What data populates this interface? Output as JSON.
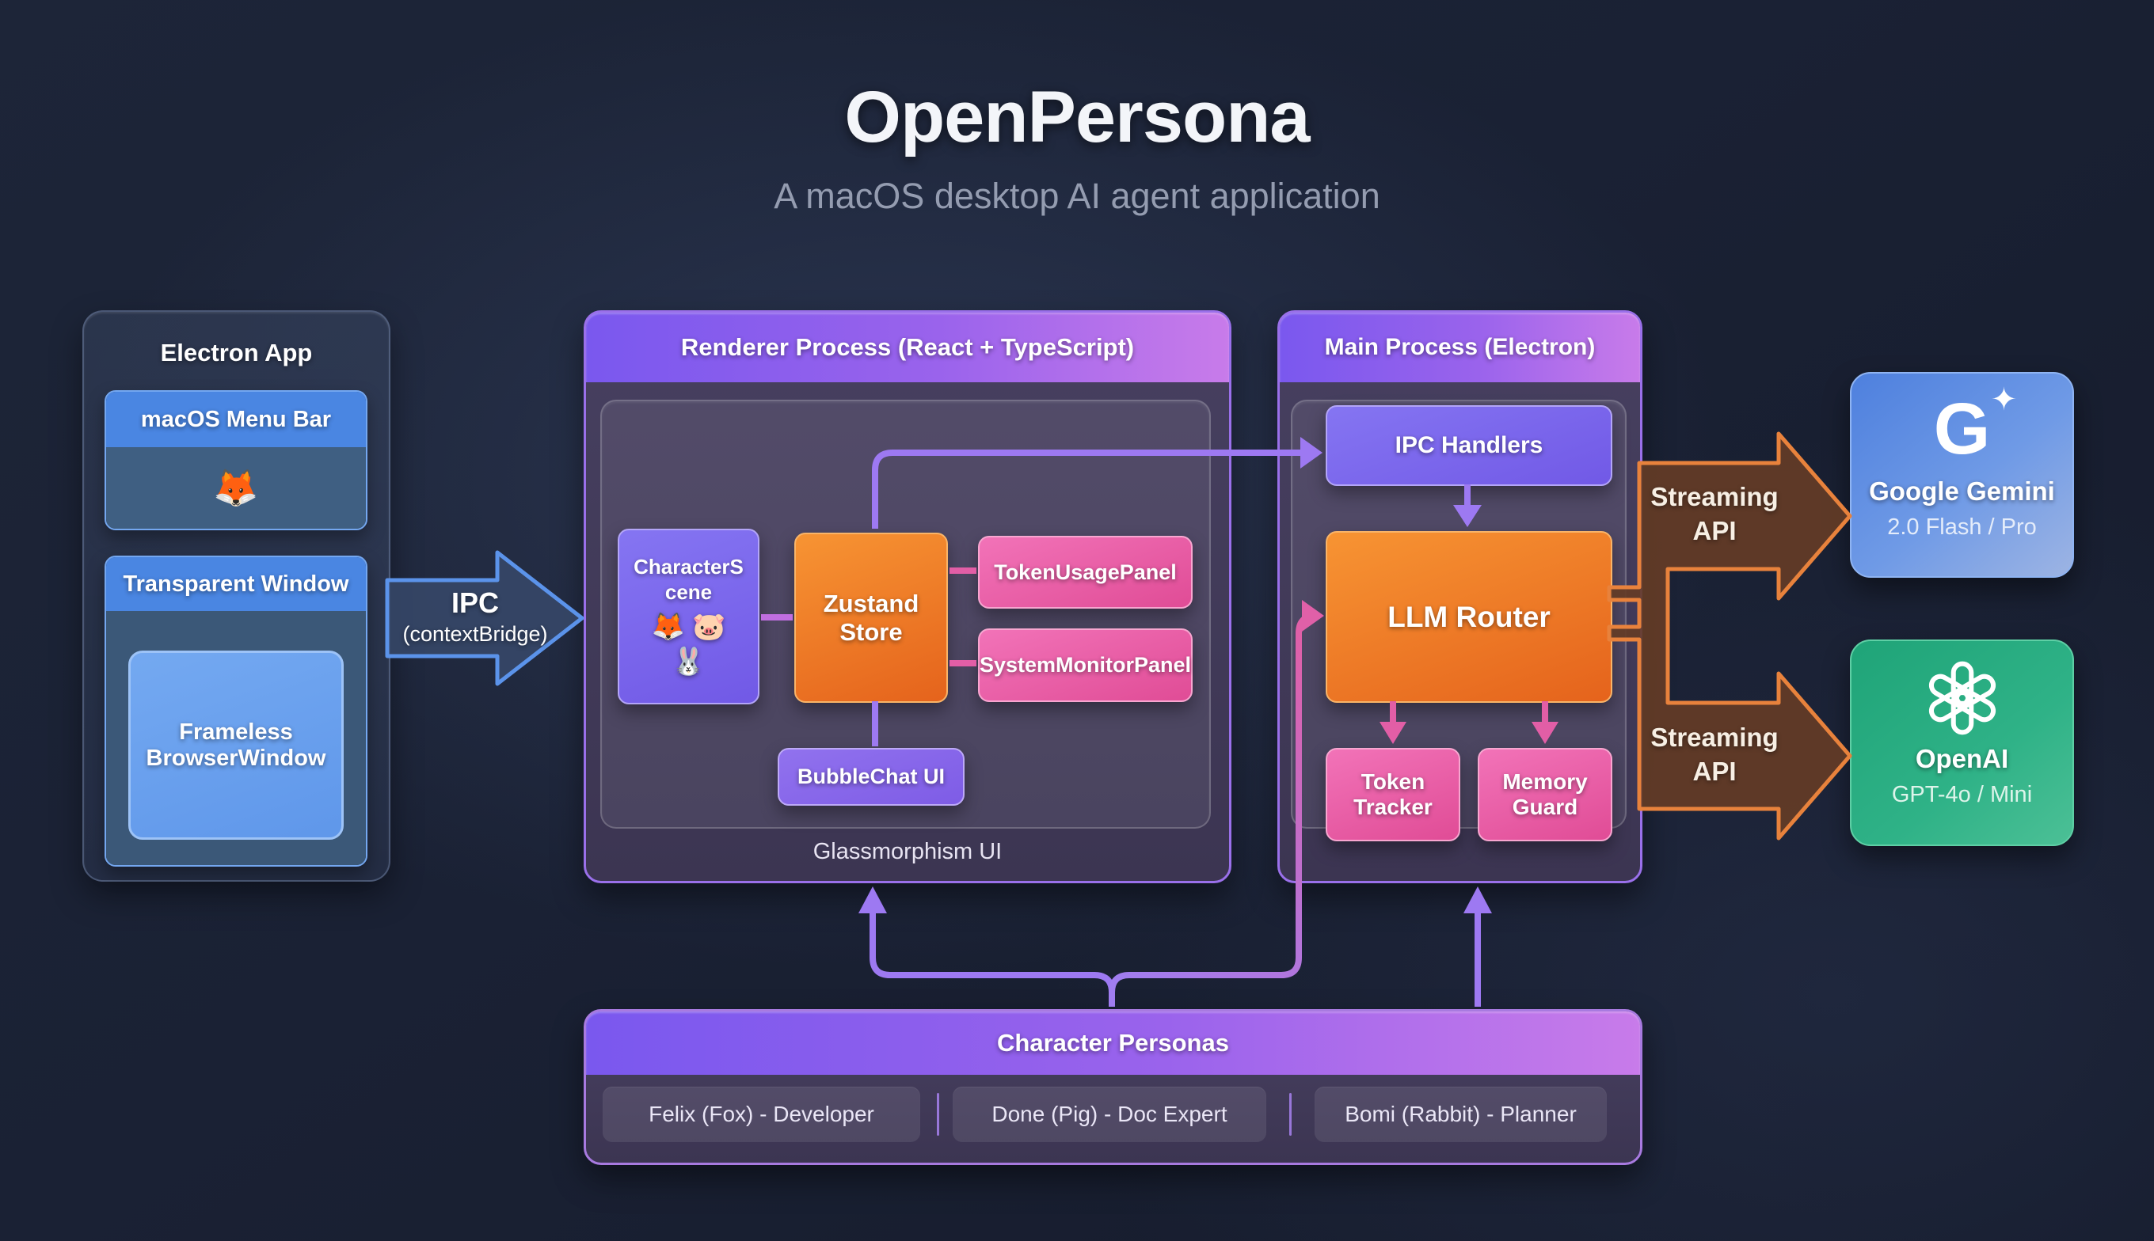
{
  "title": "OpenPersona",
  "subtitle": "A macOS desktop AI agent application",
  "electron": {
    "title": "Electron App",
    "menubar_header": "macOS Menu Bar",
    "menubar_emoji": "🦊",
    "window_header": "Transparent Window",
    "window_inner": "Frameless BrowserWindow"
  },
  "ipc_arrow": {
    "title": "IPC",
    "subtitle": "(contextBridge)"
  },
  "renderer": {
    "header": "Renderer Process (React + TypeScript)",
    "character_scene_label": "CharacterScene",
    "character_scene_emojis_row1": "🦊 🐷",
    "character_scene_emojis_row2": "🐰",
    "zustand_label": "Zustand Store",
    "token_usage_label": "TokenUsagePanel",
    "system_monitor_label": "SystemMonitorPanel",
    "bubble_chat_label": "BubbleChat UI",
    "footer_label": "Glassmorphism UI"
  },
  "main_process": {
    "header": "Main Process (Electron)",
    "ipc_handlers_label": "IPC Handlers",
    "llm_router_label": "LLM Router",
    "token_tracker_label": "Token Tracker",
    "memory_guard_label": "Memory Guard"
  },
  "streaming": {
    "line1": "Streaming",
    "line2": "API"
  },
  "providers": {
    "gemini": {
      "logo_letter": "G",
      "logo_sparkle": "✦",
      "name": "Google Gemini",
      "model": "2.0 Flash / Pro"
    },
    "openai": {
      "name": "OpenAI",
      "model": "GPT-4o / Mini"
    }
  },
  "personas": {
    "header": "Character Personas",
    "items": [
      "Felix (Fox) - Developer",
      "Done (Pig) - Doc Expert",
      "Bomi (Rabbit) - Planner"
    ]
  },
  "colors": {
    "background": "#1b2336",
    "blue_accent": "#4d8ce8",
    "purple_accent": "#9d79f2",
    "pink_accent": "#e25ea6",
    "orange_accent": "#e8823c",
    "green_accent": "#23a87d",
    "gemini_blue": "#4e80de"
  }
}
